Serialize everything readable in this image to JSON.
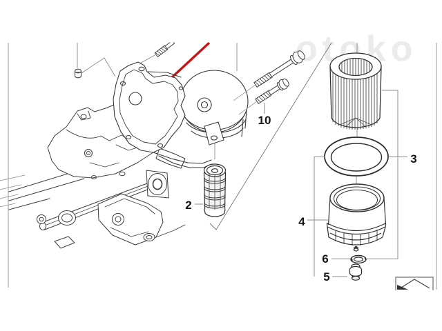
{
  "watermark": {
    "text": "otoko"
  },
  "callouts": [
    {
      "id": "callout-10",
      "label": "10"
    },
    {
      "id": "callout-2",
      "label": "2"
    },
    {
      "id": "callout-3",
      "label": "3"
    },
    {
      "id": "callout-4",
      "label": "4"
    },
    {
      "id": "callout-6",
      "label": "6"
    },
    {
      "id": "callout-5",
      "label": "5"
    }
  ],
  "colors": {
    "background": "#ffffff",
    "line_dark": "#383838",
    "leader_gray": "#888888",
    "highlight_red": "#c81616",
    "watermark_gray": "#ebebeb"
  }
}
